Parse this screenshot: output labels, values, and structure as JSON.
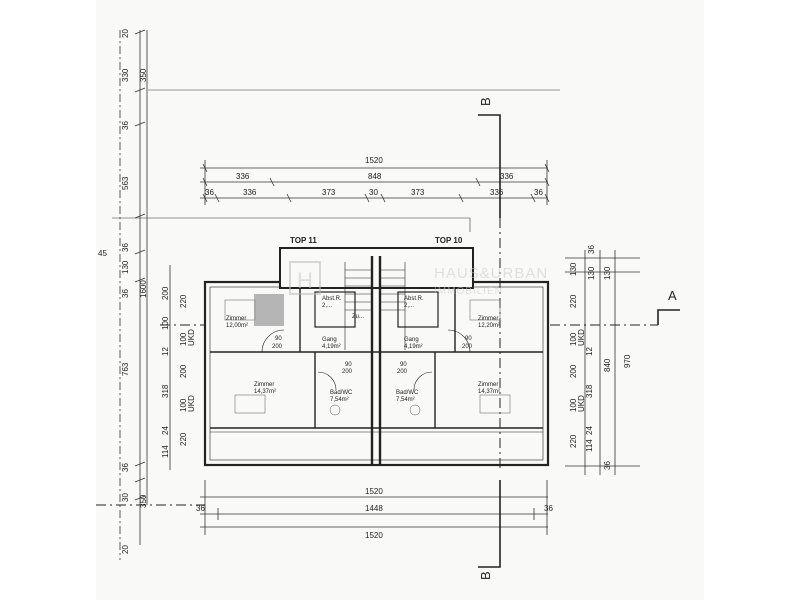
{
  "plan": {
    "units": [
      {
        "label": "TOP 11"
      },
      {
        "label": "TOP 10"
      }
    ],
    "rooms": [
      {
        "name": "Zimmer",
        "area": "12,00m²"
      },
      {
        "name": "Abst.R.",
        "area": "2,..."
      },
      {
        "name": "Gang",
        "area": "4,19m²"
      },
      {
        "name": "Abst.R.",
        "area": "2,..."
      },
      {
        "name": "Gang",
        "area": "4,19m²"
      },
      {
        "name": "Zimmer",
        "area": "12,20m²"
      },
      {
        "name": "Zimmer",
        "area": "14,37m²"
      },
      {
        "name": "Bad/WC",
        "area": "7,54m²"
      },
      {
        "name": "Bad/WC",
        "area": "7,54m²"
      },
      {
        "name": "Zimmer",
        "area": "14,37m²"
      }
    ],
    "section_marks": {
      "b_top": "B",
      "b_bottom": "B",
      "a_right": "A"
    },
    "watermark": {
      "brand": "HAUS&URBAN",
      "sub": "IMMOBILIEN",
      "logo_letter": "H"
    },
    "stair_label": "Zu..."
  },
  "dims": {
    "top": {
      "row1": [
        "1520"
      ],
      "row2": [
        "336",
        "848",
        "336"
      ],
      "row3": [
        "36",
        "336",
        "373",
        "30",
        "373",
        "336",
        "36"
      ]
    },
    "bottom": {
      "row1": [
        "1520"
      ],
      "row2": [
        "36",
        "1448",
        "36"
      ],
      "row3": [
        "1520"
      ]
    },
    "left_outer": [
      "20",
      "330",
      "36",
      "563",
      "36",
      "130",
      "36",
      "763",
      "36",
      "30",
      "20"
    ],
    "left_outer_mid": [
      "350",
      "1600",
      "350"
    ],
    "left_inner": [
      "220",
      "100",
      "UKD",
      "12",
      "200",
      "318",
      "100",
      "UKD",
      "24",
      "114",
      "220"
    ],
    "left_inner_small": [
      "100",
      "200"
    ],
    "right_inner": [
      "130",
      "220",
      "100",
      "UKD",
      "12",
      "200",
      "318",
      "100",
      "UKD",
      "24",
      "114",
      "220"
    ],
    "right_mid": [
      "36",
      "130",
      "840",
      "36"
    ],
    "right_outer": [
      "970"
    ],
    "door_dims": [
      "90",
      "200",
      "90",
      "200",
      "90",
      "200",
      "90",
      "200"
    ],
    "partial_left": [
      "45"
    ]
  }
}
